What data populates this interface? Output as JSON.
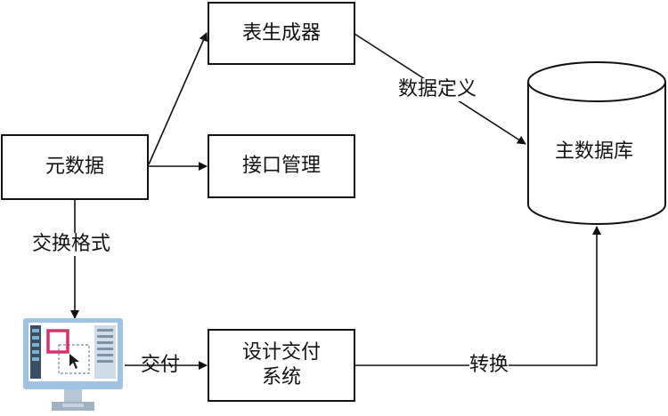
{
  "nodes": {
    "table_generator": "表生成器",
    "metadata": "元数据",
    "interface_mgmt": "接口管理",
    "main_db": "主数据库",
    "delivery_system": "设计交付\n系统"
  },
  "edges": {
    "data_definition": "数据定义",
    "exchange_format": "交换格式",
    "deliver": "交付",
    "convert": "转换"
  },
  "icon": "computer-design-icon"
}
